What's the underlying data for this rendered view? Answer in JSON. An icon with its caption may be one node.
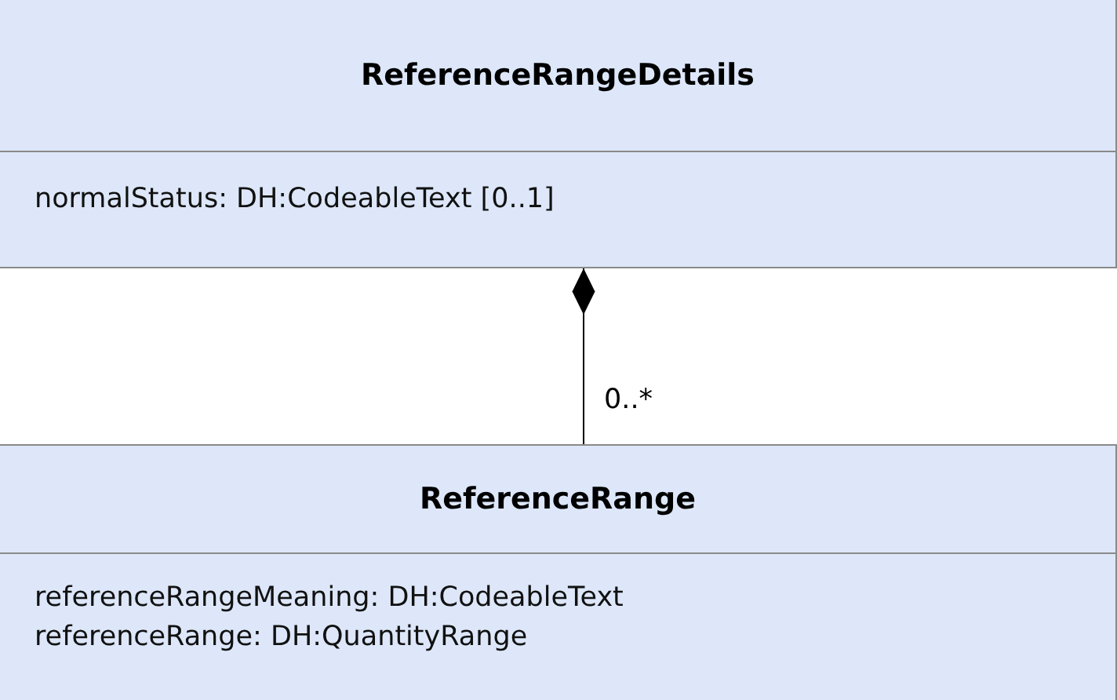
{
  "diagram": {
    "nodes": [
      {
        "text": [
          "ReferenceRangeDetails",
          "normalStatus: DH:CodeableText [0..1]"
        ]
      },
      {
        "text": [
          "ReferenceRange",
          "referenceRangeMeaning: DH:CodeableText",
          "referenceRange: DH:QuantityRange"
        ]
      }
    ],
    "edges": [
      {
        "from": 0,
        "to": 1,
        "arrow": "other",
        "label": "0..*"
      }
    ]
  }
}
